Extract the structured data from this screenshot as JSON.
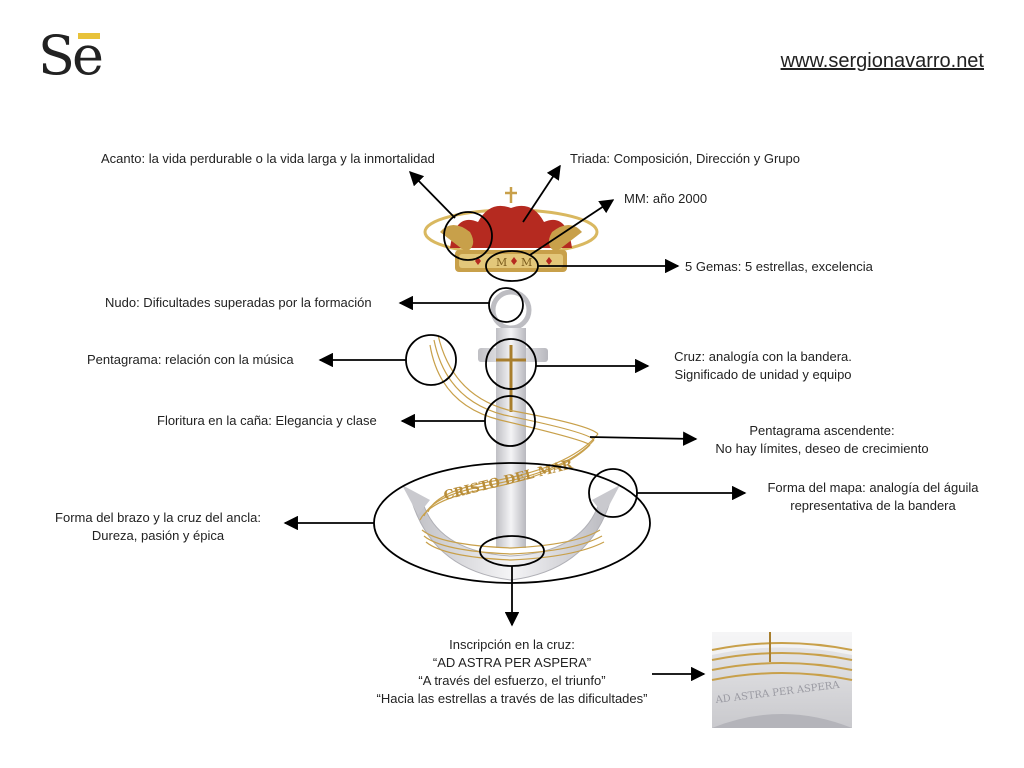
{
  "logo": {
    "text": "Se",
    "accent_color": "#e8c23a"
  },
  "site_url": "www.sergionavarro.net",
  "labels": {
    "acanto": "Acanto: la vida perdurable o la vida larga y la inmortalidad",
    "triada": "Triada: Composición, Dirección y Grupo",
    "mm": "MM: año 2000",
    "gemas": "5 Gemas: 5 estrellas, excelencia",
    "nudo": "Nudo: Dificultades superadas por la formación",
    "pentagrama": "Pentagrama: relación con la música",
    "cruz_1": "Cruz: analogía con la bandera.",
    "cruz_2": "Significado de unidad y equipo",
    "floritura": "Floritura en la caña: Elegancia y clase",
    "ascendente_1": "Pentagrama ascendente:",
    "ascendente_2": "No hay límites, deseo de crecimiento",
    "mapa_1": "Forma del mapa: analogía del águila",
    "mapa_2": "representativa de la bandera",
    "brazo_1": "Forma del brazo y la cruz del ancla:",
    "brazo_2": "Dureza, pasión y épica",
    "inscripcion_1": "Inscripción en la cruz:",
    "inscripcion_2": "“AD ASTRA PER ASPERA”",
    "inscripcion_3": "“A través del esfuerzo, el triunfo”",
    "inscripcion_4": "“Hacia las estrellas a través de las dificultades”"
  },
  "emblem": {
    "ribbon_text": "CRISTO DEL MAR",
    "crown_letters": [
      "M",
      "M"
    ],
    "detail_text": "AD ASTRA PER ASPERA",
    "colors": {
      "gold": "#c8a04a",
      "red": "#b52a20",
      "silver": "#d8d8dc"
    }
  }
}
